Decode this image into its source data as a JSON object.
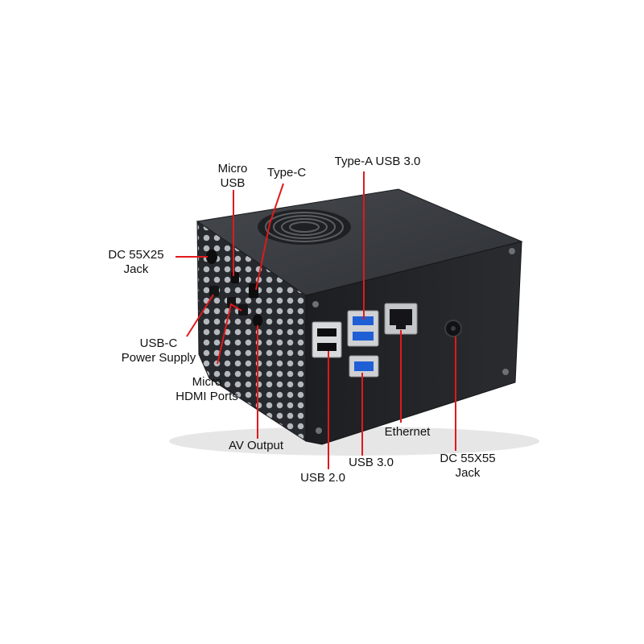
{
  "labels": {
    "micro_usb": [
      "Micro",
      "USB"
    ],
    "type_c": [
      "Type-C"
    ],
    "type_a_usb3": [
      "Type-A USB 3.0"
    ],
    "dc_55x25": [
      "DC 55X25",
      "Jack"
    ],
    "usb_c_power": [
      "USB-C",
      "Power Supply"
    ],
    "micro_hdmi": [
      "Micro",
      "HDMI Ports"
    ],
    "av_output": [
      "AV Output"
    ],
    "ethernet": [
      "Ethernet"
    ],
    "usb3": [
      "USB 3.0"
    ],
    "usb2": [
      "USB 2.0"
    ],
    "dc_55x55": [
      "DC 55X55",
      "Jack"
    ]
  },
  "colors": {
    "case_front": "#222427",
    "case_side": "#2d3034",
    "case_top": "#3a3d42",
    "usb3_blue": "#1f5fd6",
    "leader_red": "#e0191c",
    "label_text": "#111111"
  }
}
